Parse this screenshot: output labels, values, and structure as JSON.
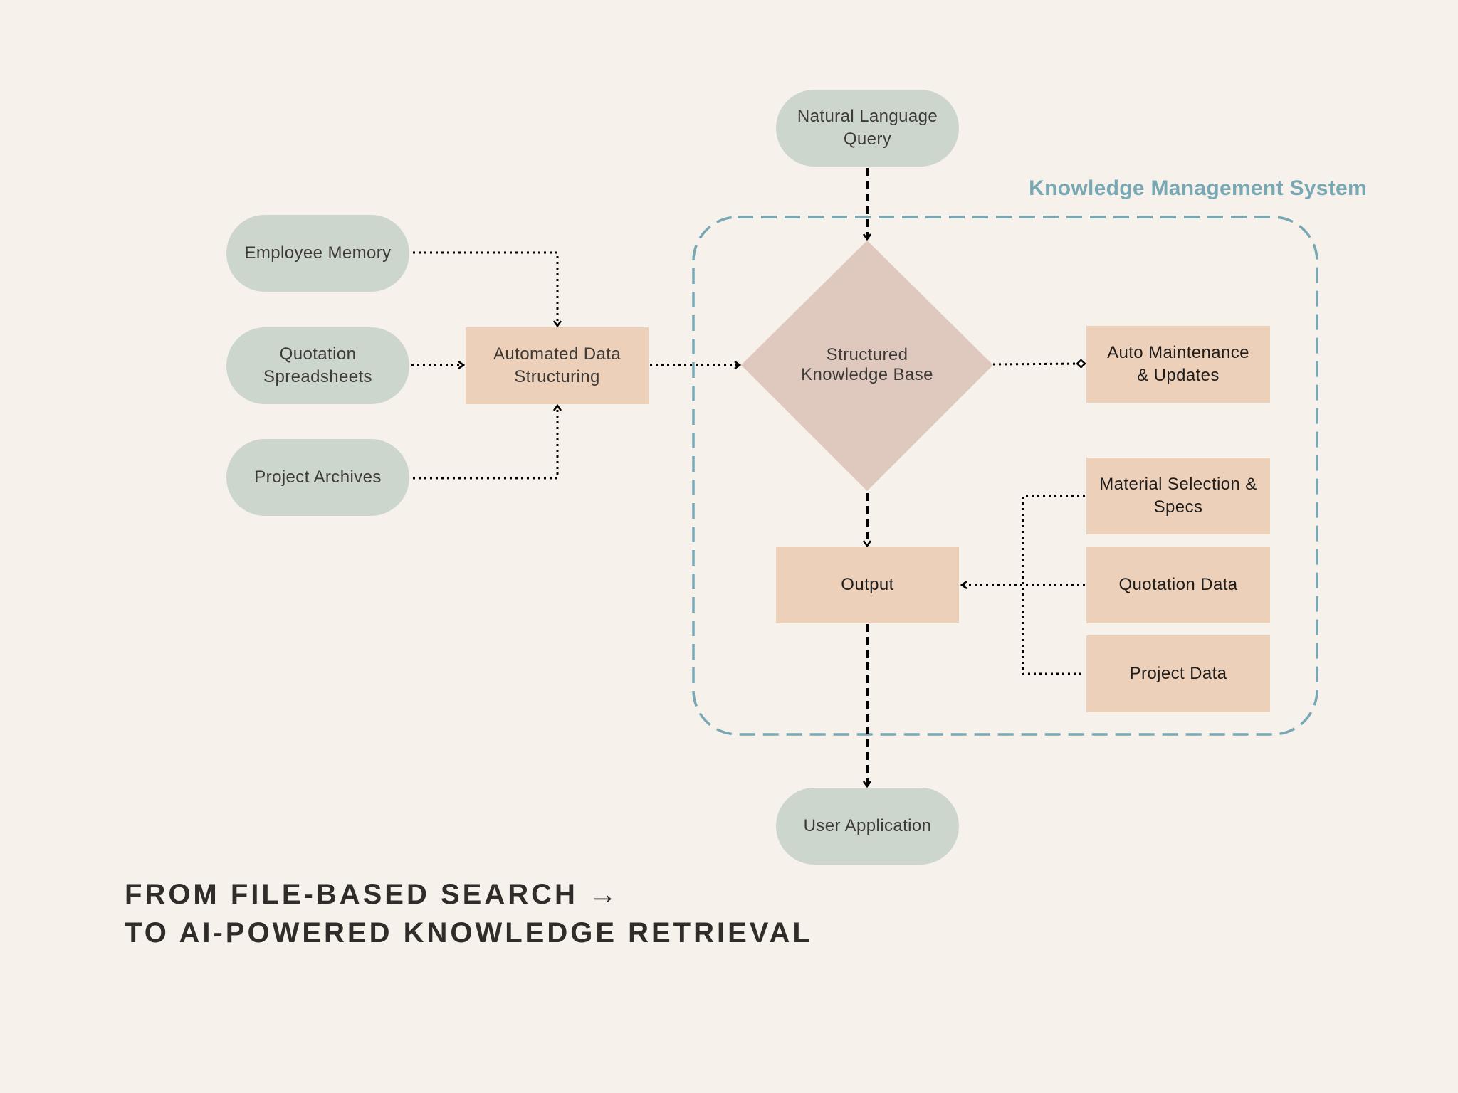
{
  "diagram": {
    "system_title": "Knowledge Management System",
    "nodes": {
      "natural_language_query": "Natural Language\nQuery",
      "employee_memory": "Employee Memory",
      "quotation_spreadsheets": "Quotation\nSpreadsheets",
      "project_archives": "Project Archives",
      "automated_data_structuring": "Automated Data\nStructuring",
      "structured_knowledge_base": "Structured\nKnowledge Base",
      "auto_maintenance": "Auto Maintenance\n& Updates",
      "material_selection": "Material Selection &\nSpecs",
      "quotation_data": "Quotation Data",
      "project_data": "Project Data",
      "output": "Output",
      "user_application": "User Application"
    },
    "headline": {
      "line1": "FROM FILE-BASED SEARCH →",
      "line2": "TO AI-POWERED KNOWLEDGE RETRIEVAL"
    }
  },
  "colors": {
    "background": "#f6f1eb",
    "pill": "#ccd6cc",
    "rect": "#edd0b9",
    "diamond": "#dfc9bf",
    "system_border": "#78a8b4",
    "connector": "#000000"
  }
}
